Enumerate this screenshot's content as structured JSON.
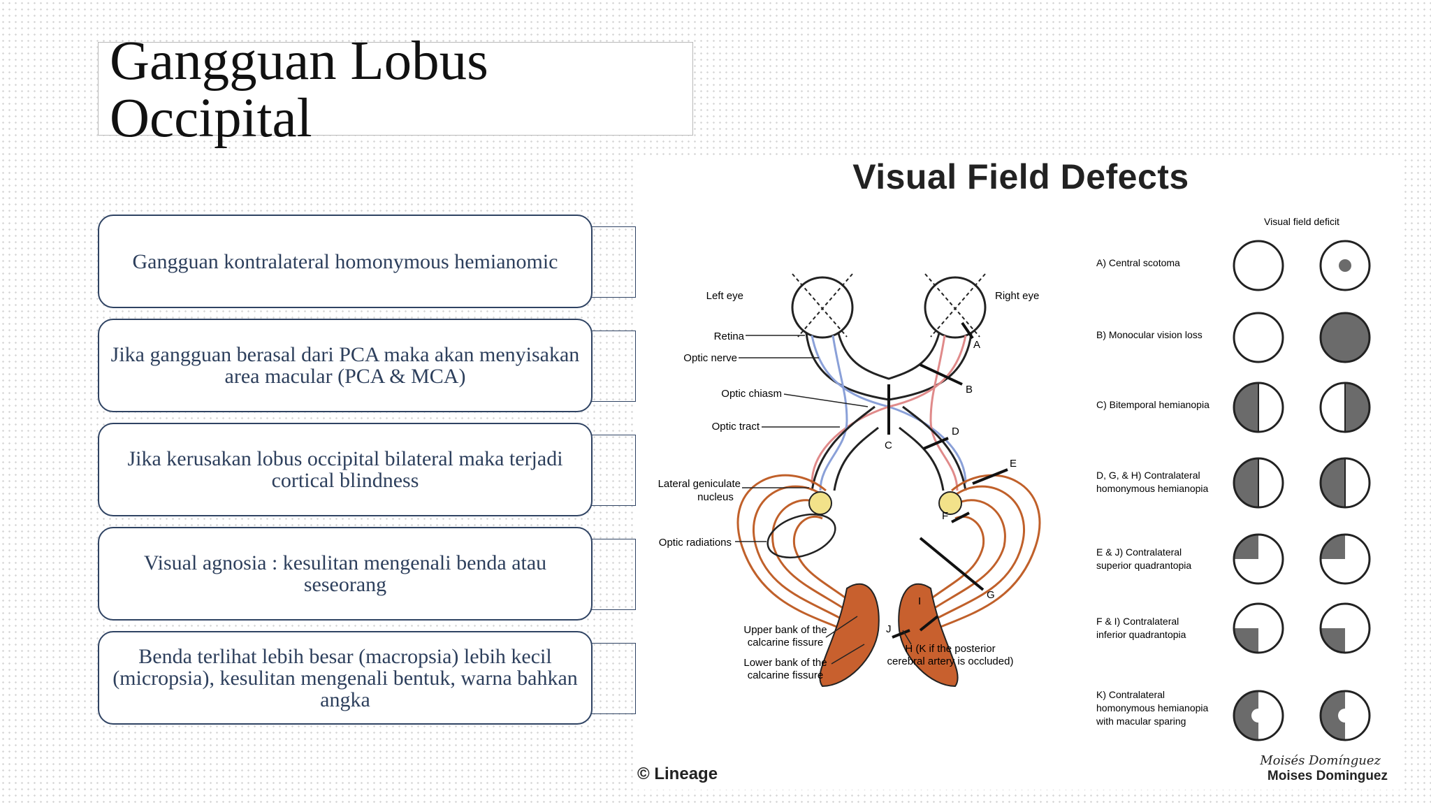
{
  "slide": {
    "title_line1": "Gangguan Lobus",
    "title_line2": "Occipital"
  },
  "items": [
    {
      "text": "Gangguan kontralateral homonymous hemianomic"
    },
    {
      "text": "Jika gangguan berasal dari PCA maka akan menyisakan area macular (PCA & MCA)"
    },
    {
      "text": "Jika kerusakan lobus occipital bilateral maka terjadi cortical blindness"
    },
    {
      "text": "Visual agnosia : kesulitan mengenali benda atau seseorang"
    },
    {
      "text": "Benda terlihat lebih besar (macropsia) lebih kecil (micropsia), kesulitan mengenali bentuk, warna bahkan angka"
    }
  ],
  "figure": {
    "title": "Visual Field Defects",
    "labels": {
      "left_eye": "Left eye",
      "right_eye": "Right eye",
      "retina": "Retina",
      "optic_nerve": "Optic nerve",
      "optic_chiasm": "Optic chiasm",
      "optic_tract": "Optic tract",
      "lgn_line1": "Lateral geniculate",
      "lgn_line2": "nucleus",
      "optic_radiations": "Optic radiations",
      "upper_bank_line1": "Upper bank of the",
      "upper_bank_line2": "calcarine fissure",
      "lower_bank_line1": "Lower bank of the",
      "lower_bank_line2": "calcarine fissure",
      "h_line1": "H (K if the posterior",
      "h_line2": "cerebral artery is occluded)"
    },
    "letters": [
      "A",
      "B",
      "C",
      "D",
      "E",
      "F",
      "G",
      "I",
      "J"
    ],
    "deficit_header": "Visual field deficit",
    "deficits": [
      {
        "label_lines": [
          "A) Central scotoma"
        ]
      },
      {
        "label_lines": [
          "B) Monocular vision loss"
        ]
      },
      {
        "label_lines": [
          "C) Bitemporal hemianopia"
        ]
      },
      {
        "label_lines": [
          "D, G, & H) Contralateral",
          "homonymous hemianopia"
        ]
      },
      {
        "label_lines": [
          "E & J) Contralateral",
          "superior quadrantopia"
        ]
      },
      {
        "label_lines": [
          "F & I) Contralateral",
          "inferior quadrantopia"
        ]
      },
      {
        "label_lines": [
          "K) Contralateral",
          "homonymous hemianopia",
          "with macular sparing"
        ]
      }
    ],
    "footer_left": "© Lineage",
    "footer_right": "Moises Dominguez",
    "signature": "Moisés Domínguez",
    "colors": {
      "blue_fiber": "#8aa0d8",
      "red_fiber": "#e08a8a",
      "radiation": "#c0602a",
      "lgn": "#f2e28a",
      "defect_gray": "#6b6b6b"
    }
  }
}
